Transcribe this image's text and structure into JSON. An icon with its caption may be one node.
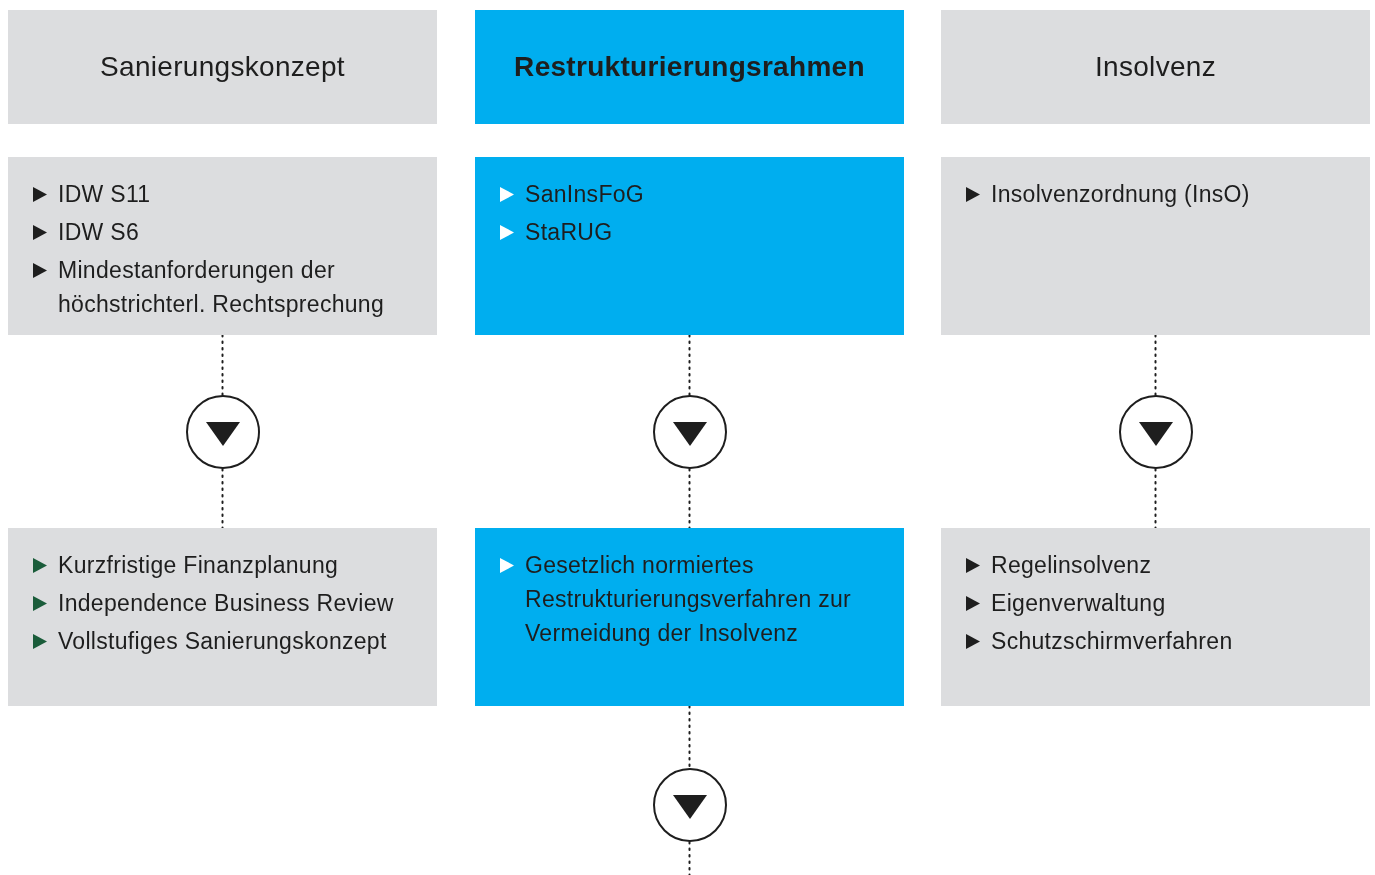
{
  "diagram": {
    "nodes": [
      {
        "text": [
          "Sanierungskonzept"
        ]
      },
      {
        "text": [
          "Restrukturierungsrahmen"
        ]
      },
      {
        "text": [
          "Insolvenz"
        ]
      },
      {
        "text": [
          "IDW S11",
          "IDW S6",
          "Mindestanforderungen der höchstrichterl. Rechtsprechung"
        ]
      },
      {
        "text": [
          "SanInsFoG",
          "StaRUG"
        ]
      },
      {
        "text": [
          "Insolvenzordnung (InsO)"
        ]
      },
      {
        "text": [],
        "shape": "circle"
      },
      {
        "text": [],
        "shape": "circle"
      },
      {
        "text": [],
        "shape": "circle"
      },
      {
        "text": [
          "Kurzfristige Finanzplanung",
          "Independence Business Review",
          "Vollstufiges Sanierungskonzept"
        ]
      },
      {
        "text": [
          "Gesetzlich normiertes Restrukturierungsverfahren zur Vermeidung der Insolvenz"
        ]
      },
      {
        "text": [
          "Regelinsolvenz",
          "Eigenverwaltung",
          "Schutzschirmverfahren"
        ]
      },
      {
        "text": [],
        "shape": "circle"
      }
    ],
    "edges": [
      {
        "from": 3,
        "to": 6,
        "arrow": "none",
        "style": "dashed"
      },
      {
        "from": 6,
        "to": 9,
        "arrow": "none",
        "style": "dashed"
      },
      {
        "from": 4,
        "to": 7,
        "arrow": "none",
        "style": "dashed"
      },
      {
        "from": 7,
        "to": 10,
        "arrow": "none",
        "style": "dashed"
      },
      {
        "from": 5,
        "to": 8,
        "arrow": "none",
        "style": "dashed"
      },
      {
        "from": 8,
        "to": 11,
        "arrow": "none",
        "style": "dashed"
      },
      {
        "from": 10,
        "to": 12,
        "arrow": "none",
        "style": "dashed"
      },
      {
        "from": 12,
        "to": null,
        "arrow": "none",
        "style": "dashed"
      }
    ]
  }
}
